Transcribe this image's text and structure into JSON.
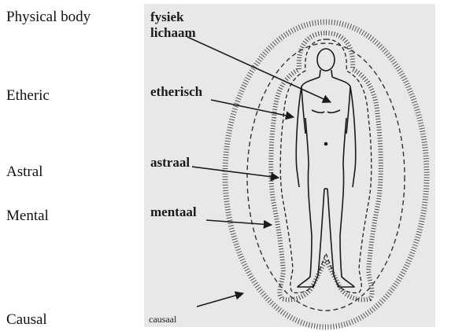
{
  "labels_en": [
    "Physical body",
    "Etheric",
    "Astral",
    "Mental",
    "Causal"
  ],
  "labels_nl": {
    "fysiek_line1": "fysiek",
    "fysiek_line2": "lichaam",
    "etherisch": "etherisch",
    "astraal": "astraal",
    "mentaal": "mentaal",
    "causaal": "causaal"
  },
  "colors": {
    "panel": "#e8e8e8",
    "ink": "#1a1a1a"
  }
}
